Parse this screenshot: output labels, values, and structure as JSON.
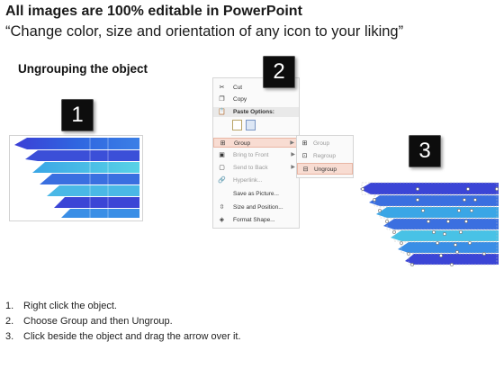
{
  "header": {
    "title": "All images are 100% editable in PowerPoint",
    "subtitle": "“Change color, size and orientation of any icon to your liking”"
  },
  "section_title": "Ungrouping the object",
  "badges": {
    "one": "1",
    "two": "2",
    "three": "3"
  },
  "colors": {
    "band_dark": "#3b3fd6",
    "band_mid": "#3a8ee6",
    "band_light": "#58d2e6",
    "menu_highlight": "#f8dcd2"
  },
  "context_menu": {
    "items": [
      {
        "label": "Cut",
        "icon": "scissors-icon"
      },
      {
        "label": "Copy",
        "icon": "copy-icon"
      },
      {
        "label": "Paste Options:",
        "icon": "clipboard-icon"
      },
      {
        "label": "Group",
        "icon": "group-icon"
      },
      {
        "label": "Bring to Front",
        "icon": "bring-front-icon"
      },
      {
        "label": "Send to Back",
        "icon": "send-back-icon"
      },
      {
        "label": "Hyperlink...",
        "icon": "hyperlink-icon"
      },
      {
        "label": "Save as Picture...",
        "icon": ""
      },
      {
        "label": "Size and Position...",
        "icon": "size-position-icon"
      },
      {
        "label": "Format Shape...",
        "icon": "format-shape-icon"
      }
    ]
  },
  "submenu": {
    "items": [
      {
        "label": "Group",
        "icon": "group-icon"
      },
      {
        "label": "Regroup",
        "icon": "regroup-icon"
      },
      {
        "label": "Ungroup",
        "icon": "ungroup-icon"
      }
    ]
  },
  "steps": [
    {
      "num": "1.",
      "text": "Right click the object."
    },
    {
      "num": "2.",
      "text": "Choose Group and then Ungroup."
    },
    {
      "num": "3.",
      "text": "Click beside the object and drag the arrow over it."
    }
  ]
}
